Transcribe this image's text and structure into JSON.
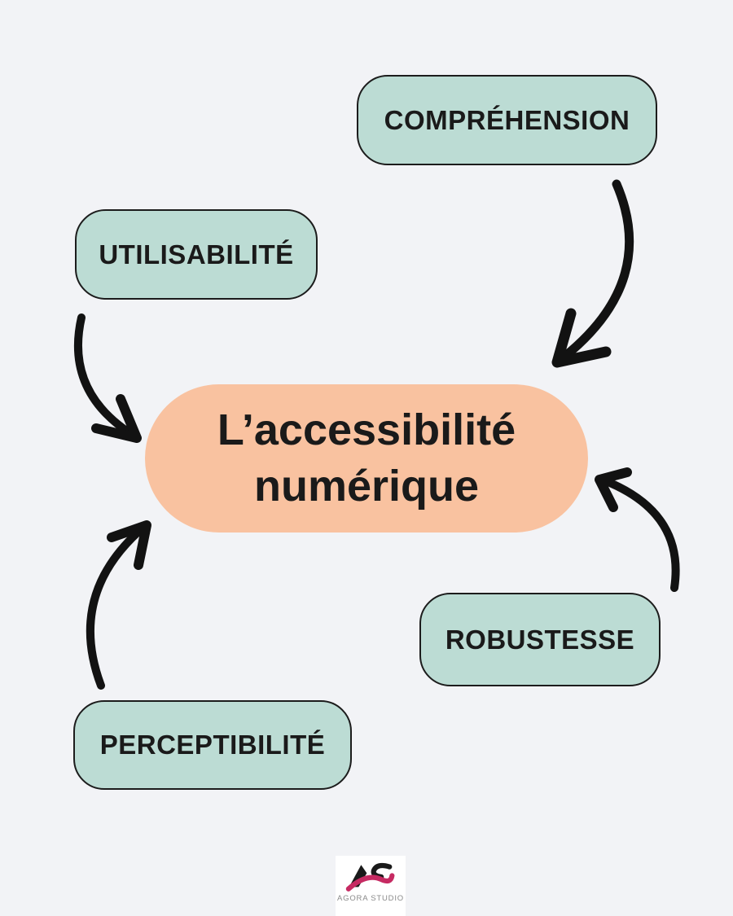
{
  "canvas": {
    "background_color": "#f2f3f6",
    "ink_color": "#1a1a1a"
  },
  "diagram": {
    "center": {
      "lines": [
        "L’accessibilité",
        "numérique"
      ],
      "fill_color": "#f9c2a0"
    },
    "nodes": [
      {
        "id": "comprehension",
        "label": "COMPRÉHENSION",
        "fill_color": "#bcdcd4"
      },
      {
        "id": "utilisabilite",
        "label": "UTILISABILITÉ",
        "fill_color": "#bcdcd4"
      },
      {
        "id": "robustesse",
        "label": "ROBUSTESSE",
        "fill_color": "#bcdcd4"
      },
      {
        "id": "perceptibilite",
        "label": "PERCEPTIBILITÉ",
        "fill_color": "#bcdcd4"
      }
    ],
    "arrows": [
      {
        "from": "comprehension",
        "to": "center"
      },
      {
        "from": "utilisabilite",
        "to": "center"
      },
      {
        "from": "perceptibilite",
        "to": "center"
      },
      {
        "from": "robustesse",
        "to": "center"
      }
    ]
  },
  "footer": {
    "logo_monogram": "AS",
    "logo_text": "AGORA STUDIO",
    "logo_pink_color": "#c62a62"
  }
}
